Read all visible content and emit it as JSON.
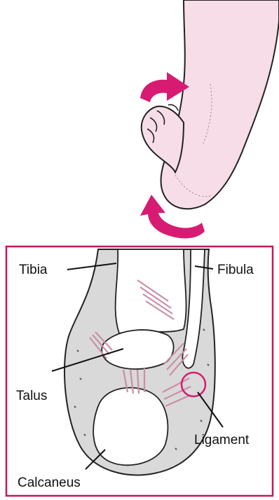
{
  "labels": {
    "tibia": "Tibia",
    "fibula": "Fibula",
    "talus": "Talus",
    "ligament": "Ligament",
    "calcaneus": "Calcaneus"
  },
  "colors": {
    "arrow": "#d81b72",
    "frame": "#c2185b",
    "skin": "#f7dde8",
    "ligament_fiber": "#c98fa6",
    "bone": "#ffffff",
    "tissue": "#d9d9d9",
    "ink": "#222222"
  },
  "icons": {
    "rotation_arrow_top": "curved-arrow-icon",
    "rotation_arrow_bottom": "curved-arrow-icon",
    "ligament_marker": "circle-highlight-icon"
  }
}
